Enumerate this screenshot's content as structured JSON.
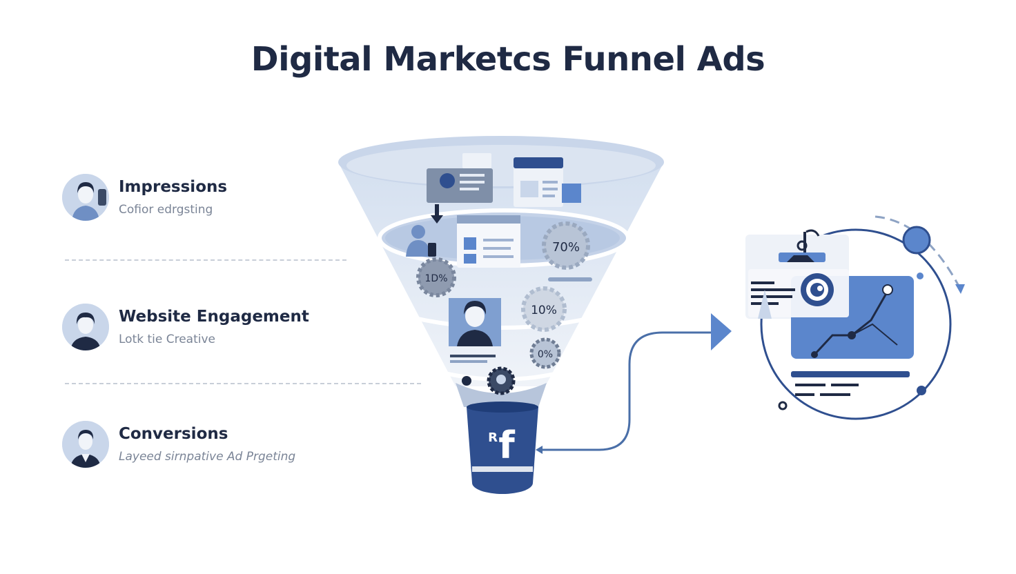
{
  "page": {
    "title": "Digital Marketcs Funnel Ads"
  },
  "stages": [
    {
      "title": "Impressions",
      "subtitle": "Cofior edrgsting"
    },
    {
      "title": "Website Engagement",
      "subtitle": "Lotk tie Creative"
    },
    {
      "title": "Conversions",
      "subtitle": "Layeed sirnpative Ad Prgeting"
    }
  ],
  "funnel_badges": {
    "badge_1": "70%",
    "badge_2": "1D%",
    "badge_3": "10%",
    "badge_4": "0%"
  },
  "funnel_spout": {
    "glyph": "f",
    "prefix": "R"
  },
  "colors": {
    "navy": "#1f2a44",
    "brand_blue": "#2f4f8f",
    "accent_blue": "#5b86cc",
    "light_blue": "#c9d6ea",
    "funnel_glass": "#dfe7f2"
  },
  "icons": [
    "user-avatar-icon",
    "gear-badge-icon",
    "facebook-icon",
    "arrow-right-icon",
    "target-icon",
    "line-chart-icon"
  ]
}
